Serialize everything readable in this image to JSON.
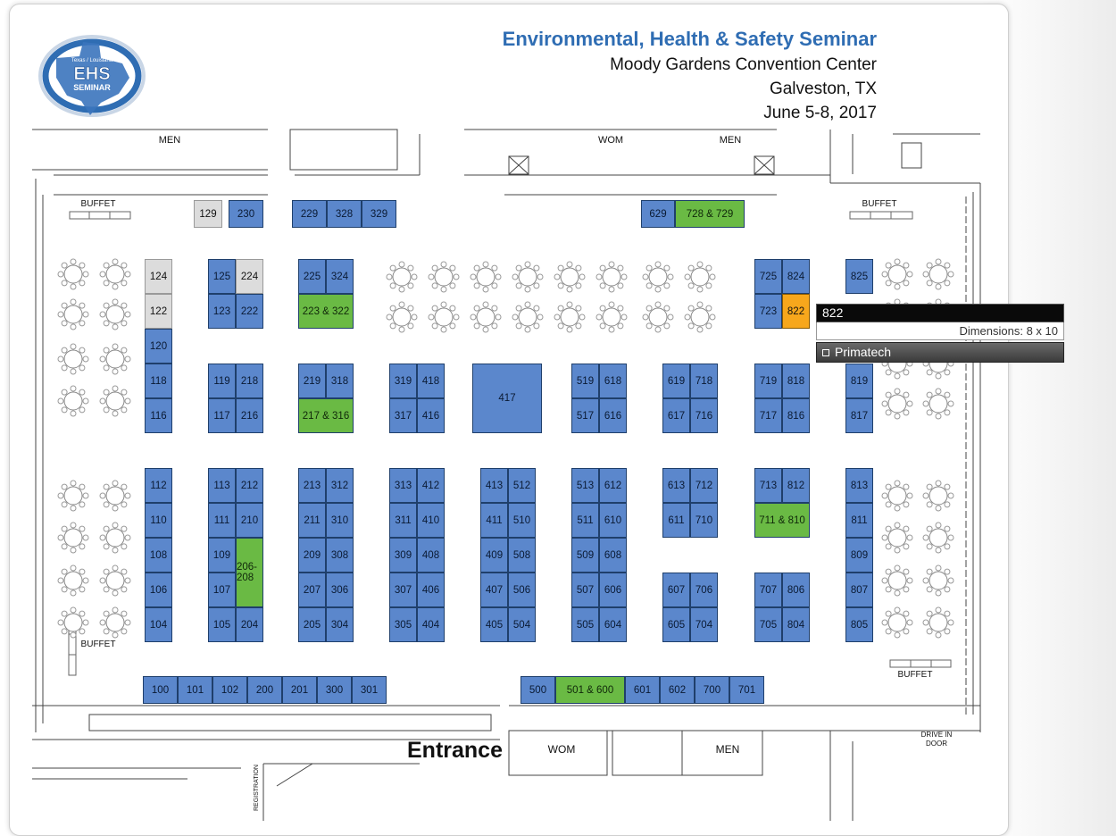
{
  "header": {
    "title": "Environmental, Health & Safety Seminar",
    "venue": "Moody Gardens Convention Center",
    "city": "Galveston, TX",
    "dates": "June 5-8, 2017"
  },
  "logo": {
    "line1": "Texas / Louisiana",
    "line2": "EHS",
    "line3": "SEMINAR"
  },
  "rooms": {
    "men_top_left": "MEN",
    "wom_top": "WOM",
    "men_top_right": "MEN",
    "buffet_top_left": "BUFFET",
    "buffet_top_right": "BUFFET",
    "buffet_bottom_left": "BUFFET",
    "buffet_bottom_right": "BUFFET",
    "wom_bottom": "WOM",
    "men_bottom": "MEN",
    "entrance": "Entrance",
    "drive_in_1": "DRIVE IN",
    "drive_in_2": "DOOR",
    "registration": "REGISTRATION"
  },
  "colors": {
    "taken": "#5b87cc",
    "sponsor": "#6aba44",
    "open": "#dcdcdc",
    "selected": "#f7a71c",
    "title_blue": "#2f6db3"
  },
  "booths": [
    {
      "id": "129",
      "status": "open"
    },
    {
      "id": "230",
      "status": "taken"
    },
    {
      "id": "229",
      "status": "taken"
    },
    {
      "id": "328",
      "status": "taken"
    },
    {
      "id": "329",
      "status": "taken"
    },
    {
      "id": "629",
      "status": "taken"
    },
    {
      "id": "728 & 729",
      "status": "sponsor"
    },
    {
      "id": "124",
      "status": "open"
    },
    {
      "id": "122",
      "status": "open"
    },
    {
      "id": "120",
      "status": "taken"
    },
    {
      "id": "118",
      "status": "taken"
    },
    {
      "id": "116",
      "status": "taken"
    },
    {
      "id": "125",
      "status": "taken"
    },
    {
      "id": "224",
      "status": "open"
    },
    {
      "id": "123",
      "status": "taken"
    },
    {
      "id": "222",
      "status": "taken"
    },
    {
      "id": "225",
      "status": "taken"
    },
    {
      "id": "324",
      "status": "taken"
    },
    {
      "id": "223 & 322",
      "status": "sponsor"
    },
    {
      "id": "725",
      "status": "taken"
    },
    {
      "id": "824",
      "status": "taken"
    },
    {
      "id": "723",
      "status": "taken"
    },
    {
      "id": "822",
      "status": "selected"
    },
    {
      "id": "825",
      "status": "taken"
    },
    {
      "id": "819",
      "status": "taken"
    },
    {
      "id": "817",
      "status": "taken"
    },
    {
      "id": "119",
      "status": "taken"
    },
    {
      "id": "218",
      "status": "taken"
    },
    {
      "id": "117",
      "status": "taken"
    },
    {
      "id": "216",
      "status": "taken"
    },
    {
      "id": "219",
      "status": "taken"
    },
    {
      "id": "318",
      "status": "taken"
    },
    {
      "id": "217 & 316",
      "status": "sponsor"
    },
    {
      "id": "319",
      "status": "taken"
    },
    {
      "id": "418",
      "status": "taken"
    },
    {
      "id": "317",
      "status": "taken"
    },
    {
      "id": "416",
      "status": "taken"
    },
    {
      "id": "417",
      "status": "taken"
    },
    {
      "id": "519",
      "status": "taken"
    },
    {
      "id": "618",
      "status": "taken"
    },
    {
      "id": "517",
      "status": "taken"
    },
    {
      "id": "616",
      "status": "taken"
    },
    {
      "id": "619",
      "status": "taken"
    },
    {
      "id": "718",
      "status": "taken"
    },
    {
      "id": "617",
      "status": "taken"
    },
    {
      "id": "716",
      "status": "taken"
    },
    {
      "id": "719",
      "status": "taken"
    },
    {
      "id": "818",
      "status": "taken"
    },
    {
      "id": "717",
      "status": "taken"
    },
    {
      "id": "816",
      "status": "taken"
    },
    {
      "id": "112",
      "status": "taken"
    },
    {
      "id": "110",
      "status": "taken"
    },
    {
      "id": "108",
      "status": "taken"
    },
    {
      "id": "106",
      "status": "taken"
    },
    {
      "id": "104",
      "status": "taken"
    },
    {
      "id": "113",
      "status": "taken"
    },
    {
      "id": "212",
      "status": "taken"
    },
    {
      "id": "111",
      "status": "taken"
    },
    {
      "id": "210",
      "status": "taken"
    },
    {
      "id": "109",
      "status": "taken"
    },
    {
      "id": "107",
      "status": "taken"
    },
    {
      "id": "105",
      "status": "taken"
    },
    {
      "id": "206-208",
      "status": "sponsor"
    },
    {
      "id": "204",
      "status": "taken"
    },
    {
      "id": "213",
      "status": "taken"
    },
    {
      "id": "312",
      "status": "taken"
    },
    {
      "id": "211",
      "status": "taken"
    },
    {
      "id": "310",
      "status": "taken"
    },
    {
      "id": "209",
      "status": "taken"
    },
    {
      "id": "308",
      "status": "taken"
    },
    {
      "id": "207",
      "status": "taken"
    },
    {
      "id": "306",
      "status": "taken"
    },
    {
      "id": "205",
      "status": "taken"
    },
    {
      "id": "304",
      "status": "taken"
    },
    {
      "id": "313",
      "status": "taken"
    },
    {
      "id": "412",
      "status": "taken"
    },
    {
      "id": "311",
      "status": "taken"
    },
    {
      "id": "410",
      "status": "taken"
    },
    {
      "id": "309",
      "status": "taken"
    },
    {
      "id": "408",
      "status": "taken"
    },
    {
      "id": "307",
      "status": "taken"
    },
    {
      "id": "406",
      "status": "taken"
    },
    {
      "id": "305",
      "status": "taken"
    },
    {
      "id": "404",
      "status": "taken"
    },
    {
      "id": "413",
      "status": "taken"
    },
    {
      "id": "512",
      "status": "taken"
    },
    {
      "id": "411",
      "status": "taken"
    },
    {
      "id": "510",
      "status": "taken"
    },
    {
      "id": "409",
      "status": "taken"
    },
    {
      "id": "508",
      "status": "taken"
    },
    {
      "id": "407",
      "status": "taken"
    },
    {
      "id": "506",
      "status": "taken"
    },
    {
      "id": "405",
      "status": "taken"
    },
    {
      "id": "504",
      "status": "taken"
    },
    {
      "id": "513",
      "status": "taken"
    },
    {
      "id": "612",
      "status": "taken"
    },
    {
      "id": "511",
      "status": "taken"
    },
    {
      "id": "610",
      "status": "taken"
    },
    {
      "id": "509",
      "status": "taken"
    },
    {
      "id": "608",
      "status": "taken"
    },
    {
      "id": "507",
      "status": "taken"
    },
    {
      "id": "606",
      "status": "taken"
    },
    {
      "id": "505",
      "status": "taken"
    },
    {
      "id": "604",
      "status": "taken"
    },
    {
      "id": "613",
      "status": "taken"
    },
    {
      "id": "712",
      "status": "taken"
    },
    {
      "id": "611",
      "status": "taken"
    },
    {
      "id": "710",
      "status": "taken"
    },
    {
      "id": "607",
      "status": "taken"
    },
    {
      "id": "706",
      "status": "taken"
    },
    {
      "id": "605",
      "status": "taken"
    },
    {
      "id": "704",
      "status": "taken"
    },
    {
      "id": "713",
      "status": "taken"
    },
    {
      "id": "812",
      "status": "taken"
    },
    {
      "id": "711 & 810",
      "status": "sponsor"
    },
    {
      "id": "707",
      "status": "taken"
    },
    {
      "id": "806",
      "status": "taken"
    },
    {
      "id": "705",
      "status": "taken"
    },
    {
      "id": "804",
      "status": "taken"
    },
    {
      "id": "813",
      "status": "taken"
    },
    {
      "id": "811",
      "status": "taken"
    },
    {
      "id": "809",
      "status": "taken"
    },
    {
      "id": "807",
      "status": "taken"
    },
    {
      "id": "805",
      "status": "taken"
    },
    {
      "id": "100",
      "status": "taken"
    },
    {
      "id": "101",
      "status": "taken"
    },
    {
      "id": "102",
      "status": "taken"
    },
    {
      "id": "200",
      "status": "taken"
    },
    {
      "id": "201",
      "status": "taken"
    },
    {
      "id": "300",
      "status": "taken"
    },
    {
      "id": "301",
      "status": "taken"
    },
    {
      "id": "500",
      "status": "taken"
    },
    {
      "id": "501 & 600",
      "status": "sponsor"
    },
    {
      "id": "601",
      "status": "taken"
    },
    {
      "id": "602",
      "status": "taken"
    },
    {
      "id": "700",
      "status": "taken"
    },
    {
      "id": "701",
      "status": "taken"
    }
  ],
  "tooltip": {
    "booth": "822",
    "dimensions": "Dimensions: 8 x 10",
    "exhibitor": "Primatech"
  }
}
